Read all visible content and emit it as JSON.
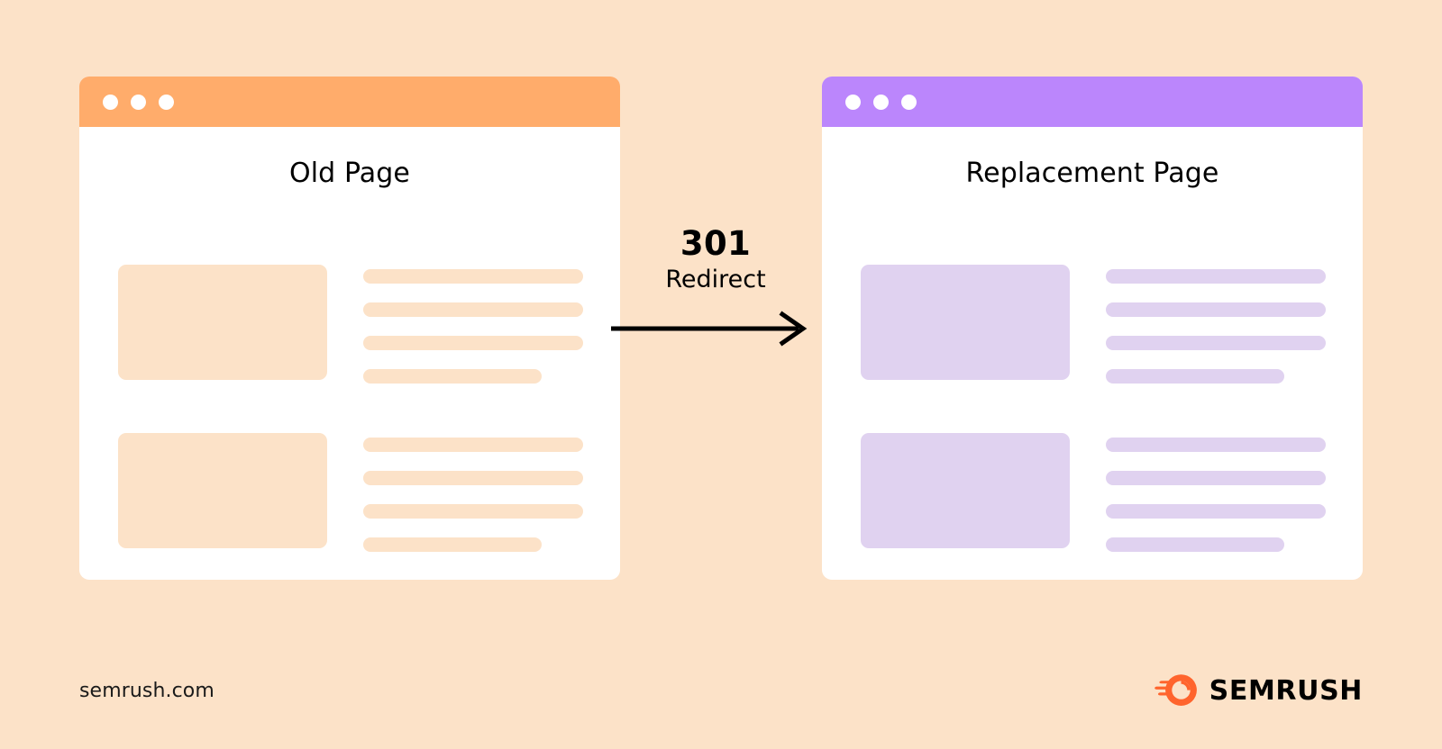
{
  "canvas": {
    "background_color": "#FCE2C8"
  },
  "windows": [
    {
      "key": "old",
      "title": "Old Page",
      "titlebar_color": "#FFAC6B",
      "accent_color": "#FCE2C8",
      "dots": [
        "traffic-light-dot",
        "traffic-light-dot",
        "traffic-light-dot"
      ],
      "blocks": [
        {
          "thumbnail": "image-placeholder",
          "line_widths": [
            "100%",
            "100%",
            "100%",
            "81%"
          ]
        },
        {
          "thumbnail": "image-placeholder",
          "line_widths": [
            "100%",
            "100%",
            "100%",
            "81%"
          ]
        }
      ]
    },
    {
      "key": "replacement",
      "title": "Replacement Page",
      "titlebar_color": "#BB86FC",
      "accent_color": "#E0D2F0",
      "dots": [
        "traffic-light-dot",
        "traffic-light-dot",
        "traffic-light-dot"
      ],
      "blocks": [
        {
          "thumbnail": "image-placeholder",
          "line_widths": [
            "100%",
            "100%",
            "100%",
            "81%"
          ]
        },
        {
          "thumbnail": "image-placeholder",
          "line_widths": [
            "100%",
            "100%",
            "100%",
            "81%"
          ]
        }
      ]
    }
  ],
  "redirect": {
    "code": "301",
    "label": "Redirect",
    "arrow": "arrow-right-icon",
    "arrow_color": "#000000"
  },
  "footer": {
    "url": "semrush.com",
    "brand_name": "SEMRUSH",
    "brand_icon": "semrush-comet-logo-icon",
    "brand_icon_color": "#FF642D"
  }
}
